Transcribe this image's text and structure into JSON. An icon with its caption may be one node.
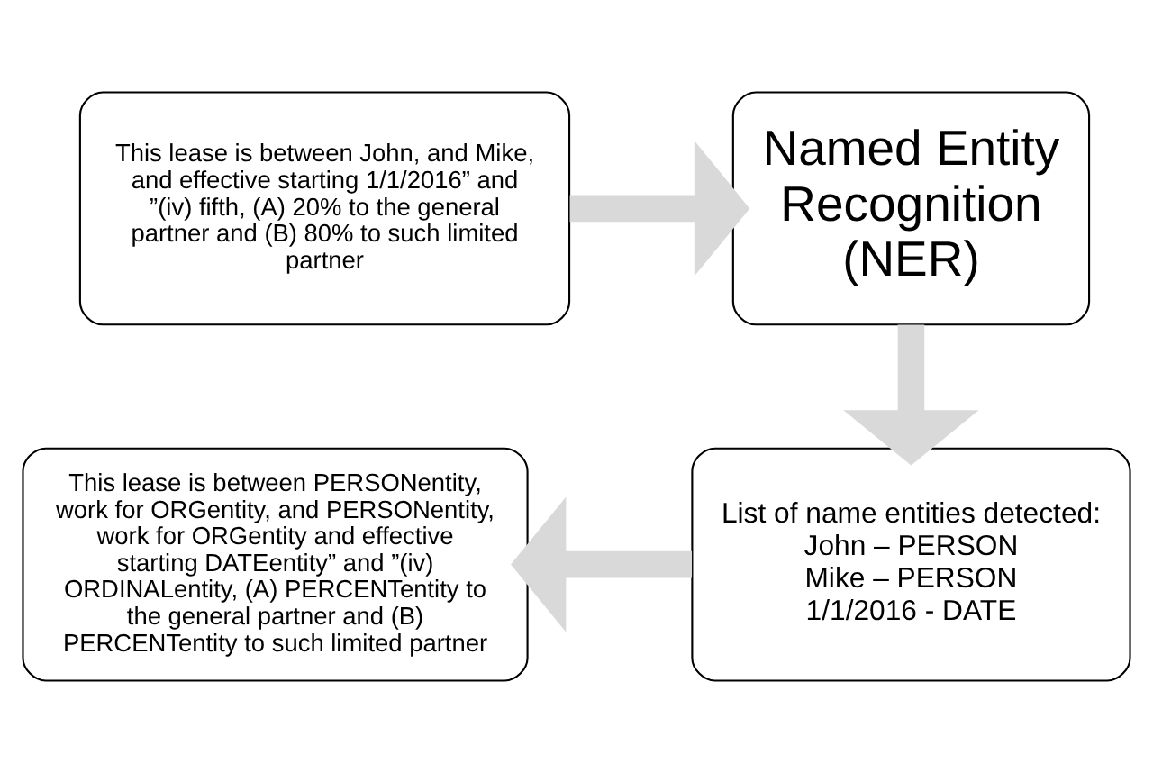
{
  "diagram": {
    "nodes": [
      {
        "text": [
          "This lease is between John, and Mike, and effective starting 1/1/2016” and ”(iv) fifth, (A) 20% to the general partner and (B) 80% to such limited partner"
        ]
      },
      {
        "text": [
          "Named Entity Recognition (NER)"
        ]
      },
      {
        "text": [
          "List of name entities detected:",
          "John – PERSON",
          "Mike – PERSON",
          "1/1/2016 - DATE"
        ]
      },
      {
        "text": [
          "This lease is between PERSONentity, work for ORGentity, and PERSONentity, work for ORGentity and effective starting DATEentity” and ”(iv) ORDINALentity, (A) PERCENTentity to the general partner and (B) PERCENTentity to such limited partner"
        ]
      }
    ],
    "edges": [
      {
        "from": 0,
        "to": 1,
        "arrow": "to"
      },
      {
        "from": 1,
        "to": 2,
        "arrow": "to"
      },
      {
        "from": 2,
        "to": 3,
        "arrow": "to"
      }
    ]
  }
}
